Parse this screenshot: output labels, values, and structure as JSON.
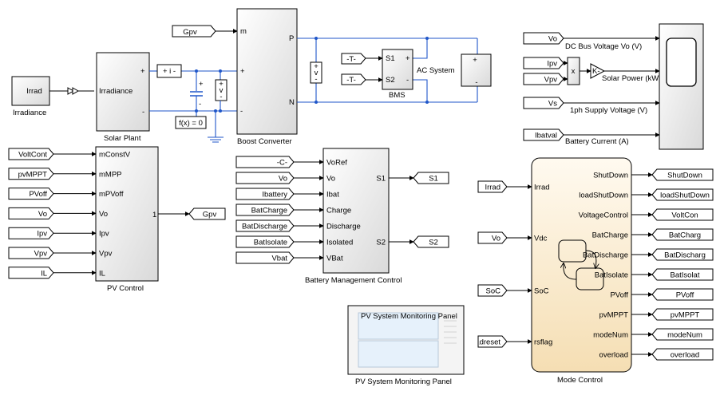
{
  "diagram": {
    "irradiance_block": {
      "name": "Irradiance",
      "label": "Irrad"
    },
    "solar_plant": {
      "name": "Solar Plant",
      "label": "Irradiance",
      "port_pos": "+",
      "port_neg": "-"
    },
    "current_sensor": {
      "label": "+ i -"
    },
    "fx_block": {
      "label": "f(x) = 0"
    },
    "cap_marks": {
      "plus": "+",
      "minus": "-"
    },
    "voltage_sensor": {
      "plus": "+",
      "label": "v",
      "minus": "-"
    },
    "boost_converter": {
      "name": "Boost Converter",
      "port_m": "m",
      "port_plus": "+",
      "port_minus": "-",
      "port_P": "P",
      "port_N": "N"
    },
    "gpv_goto_tag": "Gpv",
    "dc_voltmeter": {
      "plus": "+",
      "label": "v",
      "minus": "-"
    },
    "bms": {
      "name": "BMS",
      "port_s1": "S1",
      "port_s2": "S2",
      "plus": "+",
      "minus": "-",
      "const1": "-T-",
      "const2": "-T-"
    },
    "ac_system": {
      "name": "AC System",
      "plus": "+",
      "minus": "-"
    },
    "scope_area": {
      "tags": [
        "Vo",
        "Ipv",
        "Vpv",
        "Vs",
        "Ibatval"
      ],
      "product": "x",
      "gain": "K-",
      "signal_labels": [
        "DC Bus Voltage Vo (V)",
        "Solar Power (kW)",
        "1ph Supply Voltage (V)",
        "Battery Current (A)"
      ]
    },
    "pv_control": {
      "name": "PV Control",
      "inputs": [
        "mConstV",
        "mMPP",
        "mPVoff",
        "Vo",
        "Ipv",
        "Vpv",
        "IL"
      ],
      "input_tags": [
        "VoltCont",
        "pvMPPT",
        "PVoff",
        "Vo",
        "Ipv",
        "Vpv",
        "IL"
      ],
      "output_port": "1",
      "output_tag": "Gpv"
    },
    "battery_management_control": {
      "name": "Battery Management Control",
      "inputs": [
        "VoRef",
        "Vo",
        "Ibat",
        "Charge",
        "Discharge",
        "Isolated",
        "VBat"
      ],
      "input_tags": [
        "-C-",
        "Vo",
        "Ibattery",
        "BatCharge",
        "BatDischarge",
        "BatIsolate",
        "Vbat"
      ],
      "outputs": [
        "S1",
        "S2"
      ],
      "output_tags": [
        "S1",
        "S2"
      ]
    },
    "mode_control": {
      "name": "Mode Control",
      "inputs": [
        "Irrad",
        "Vdc",
        "SoC",
        "rsflag"
      ],
      "input_tags": [
        "Irrad",
        "Vo",
        "SoC",
        "loadreset"
      ],
      "outputs": [
        "ShutDown",
        "loadShutDown",
        "VoltageControl",
        "BatCharge",
        "BatDischarge",
        "BatIsolate",
        "PVoff",
        "pvMPPT",
        "modeNum",
        "overload"
      ],
      "output_tags": [
        "ShutDown",
        "loadShutDown",
        "VoltCon",
        "BatCharg",
        "BatDischarg",
        "BatIsolat",
        "PVoff",
        "pvMPPT",
        "modeNum",
        "overload"
      ]
    },
    "monitoring_panel": {
      "name": "PV System Monitoring Panel",
      "header": "PV System Monitoring Panel"
    }
  }
}
